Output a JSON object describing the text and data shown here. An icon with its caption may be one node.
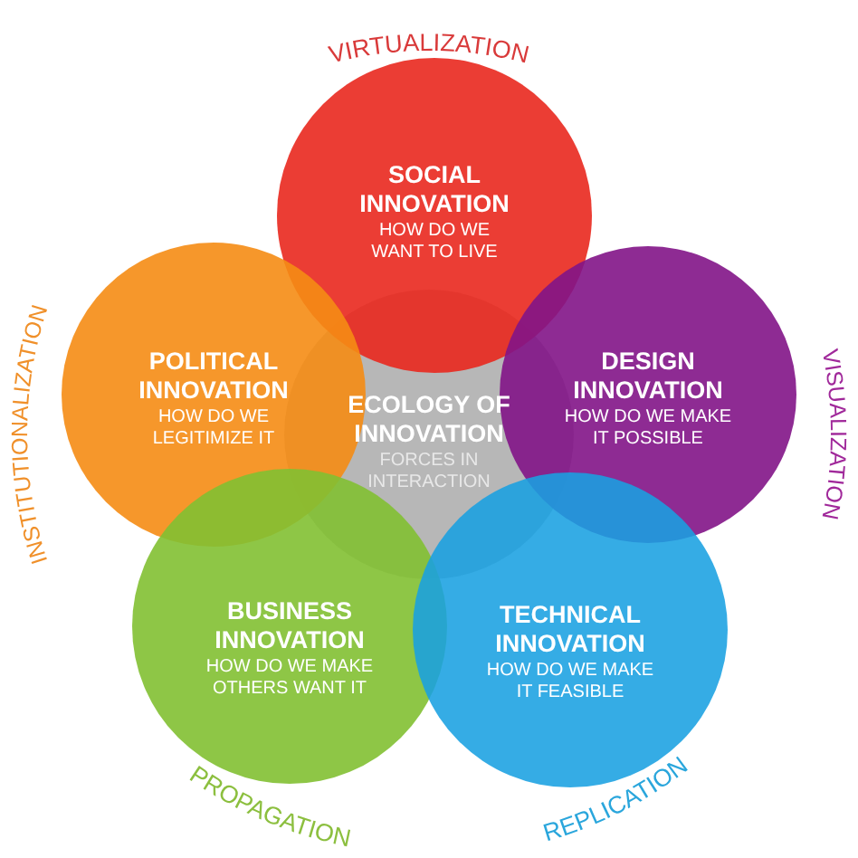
{
  "diagram": {
    "nodes": [
      {
        "text": [
          "SOCIAL INNOVATION",
          "HOW DO WE WANT TO LIVE"
        ],
        "beside": [
          "VIRTUALIZATION"
        ]
      },
      {
        "text": [
          "POLITICAL INNOVATION",
          "HOW DO WE LEGITIMIZE IT"
        ],
        "beside": [
          "INSTITUTIONALIZATION"
        ]
      },
      {
        "text": [
          "ECOLOGY OF INNOVATION",
          "FORCES IN INTERACTION"
        ]
      },
      {
        "text": [
          "DESIGN INNOVATION",
          "HOW DO WE MAKE IT POSSIBLE"
        ],
        "beside": [
          "VISUALIZATION"
        ]
      },
      {
        "text": [
          "BUSINESS INNOVATION",
          "HOW DO WE MAKE OTHERS WANT IT"
        ],
        "beside": [
          "PROPAGATION"
        ]
      },
      {
        "text": [
          "TECHNICAL INNOVATION",
          "HOW DO WE MAKE IT FEASIBLE"
        ],
        "beside": [
          "REPLICATION"
        ]
      }
    ]
  }
}
